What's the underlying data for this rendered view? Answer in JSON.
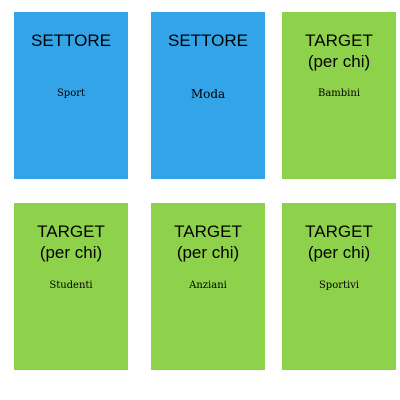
{
  "cards": [
    {
      "title": "SETTORE",
      "value": "Sport",
      "color": "#33a4e7"
    },
    {
      "title": "SETTORE",
      "value": "Moda",
      "color": "#33a4e7"
    },
    {
      "title": "TARGET\n(per chi)",
      "value": "Bambini",
      "color": "#8ed14a"
    },
    {
      "title": "TARGET\n(per chi)",
      "value": "Studenti",
      "color": "#8ed14a"
    },
    {
      "title": "TARGET\n(per chi)",
      "value": "Anziani",
      "color": "#8ed14a"
    },
    {
      "title": "TARGET\n(per chi)",
      "value": "Sportivi",
      "color": "#8ed14a"
    }
  ]
}
